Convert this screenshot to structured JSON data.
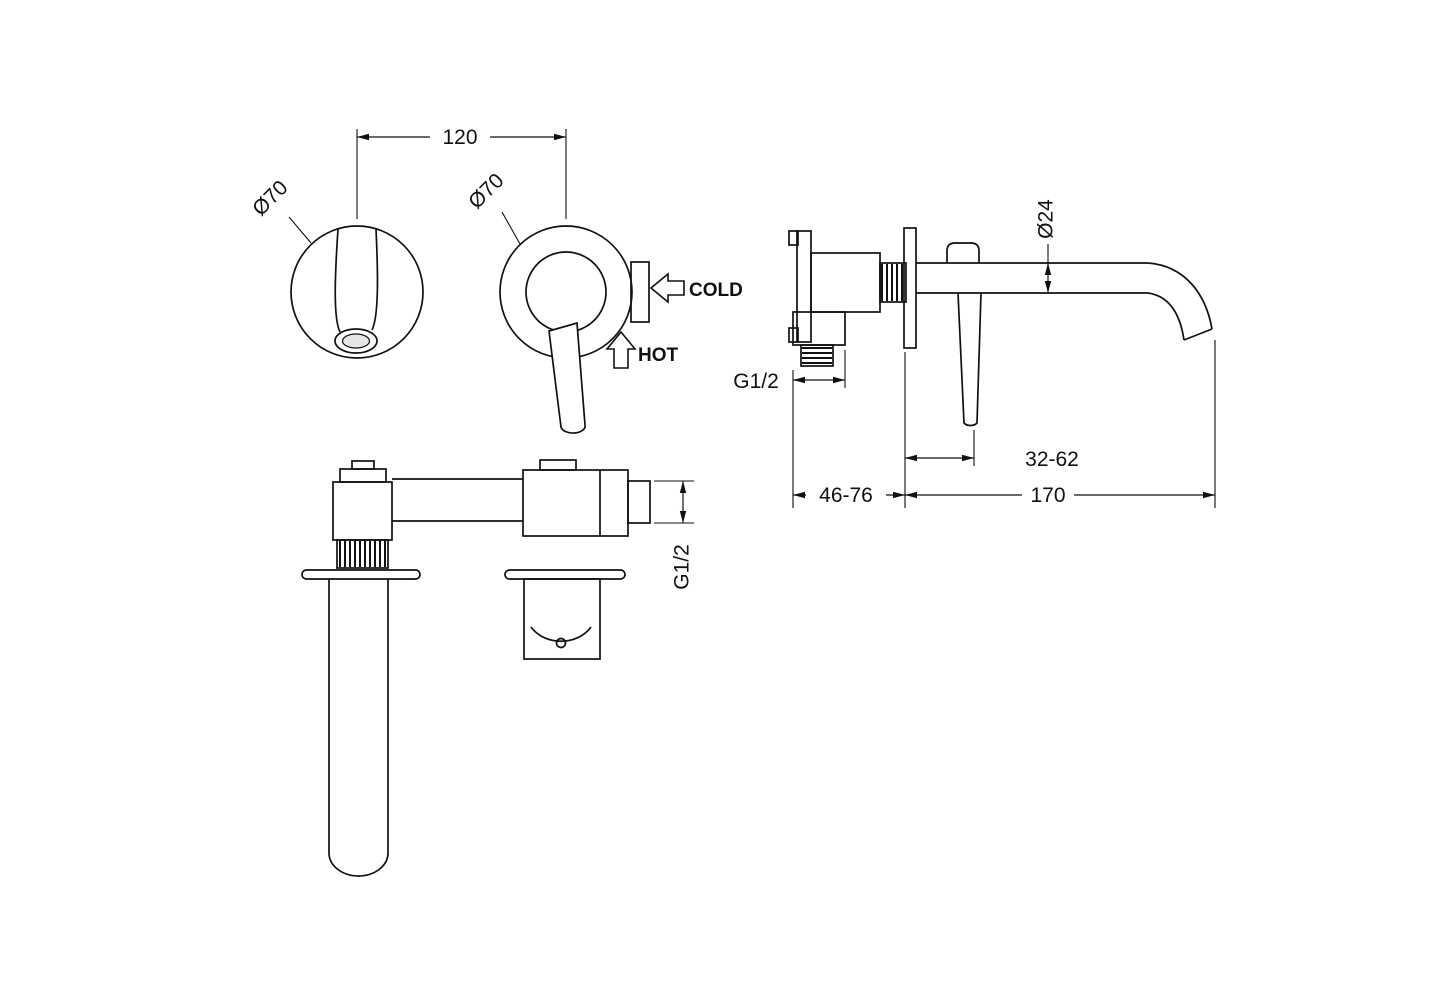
{
  "drawing": {
    "background": "#ffffff",
    "line_color": "#111111",
    "front": {
      "dim_spacing": "120",
      "dia_left": "Ø70",
      "dia_right": "Ø70",
      "cold_label": "COLD",
      "hot_label": "HOT"
    },
    "plan": {
      "thread_label": "G1/2"
    },
    "side": {
      "dia_spout": "Ø24",
      "thread_label": "G1/2",
      "dim_handle_range": "32-62",
      "dim_depth_range": "46-76",
      "dim_reach": "170"
    }
  }
}
